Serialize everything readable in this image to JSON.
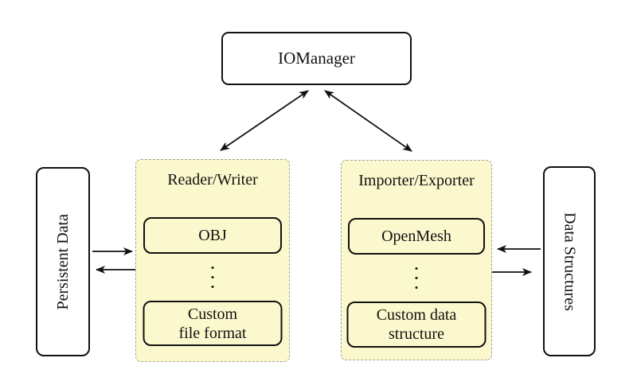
{
  "diagram": {
    "iomanager": {
      "label": "IOManager"
    },
    "persistent_data": {
      "label": "Persistent Data"
    },
    "data_structures": {
      "label": "Data Structures"
    },
    "reader_writer": {
      "title": "Reader/Writer",
      "top_item": "OBJ",
      "bottom_item": "Custom\nfile format",
      "separator_icon": "vertical-dots"
    },
    "importer_exporter": {
      "title": "Importer/Exporter",
      "top_item": "OpenMesh",
      "bottom_item": "Custom data\nstructure",
      "separator_icon": "vertical-dots"
    }
  },
  "colors": {
    "canvas_background": "#ffffff",
    "group_fill": "#fbf8cd",
    "group_dashed_border": "#a0a0a0",
    "node_border": "#111111",
    "arrow": "#111111"
  }
}
